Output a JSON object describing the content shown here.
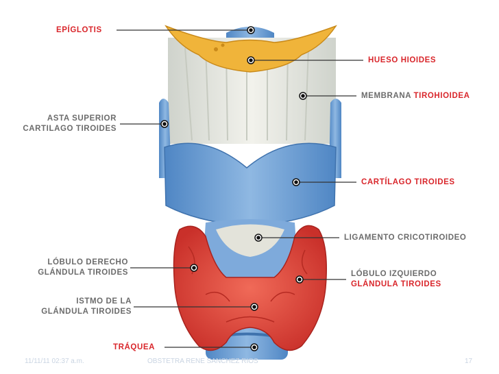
{
  "slide": {
    "footer_date": "11/11/11 02:37 a.m.",
    "footer_author": "OBSTETRA RENE SANCHEZ RIOS",
    "page_number": "17"
  },
  "labels": {
    "epiglotis": "EPÍGLOTIS",
    "hueso_hioides": "HUESO HIOIDES",
    "membrana_prefix": "MEMBRANA ",
    "membrana_suffix": "TIROHIOIDEA",
    "asta_line1": "ASTA SUPERIOR",
    "asta_line2": "CARTILAGO TIROIDES",
    "cartilago_tiroides": "CARTÍLAGO TIROIDES",
    "ligamento": "LIGAMENTO CRICOTIROIDEO",
    "lobulo_der_line1": "LÓBULO DERECHO",
    "lobulo_der_line2": "GLÁNDULA TIROIDES",
    "lobulo_izq_line1": "LÓBULO IZQUIERDO",
    "lobulo_izq_line2": "GLÁNDULA TIROIDES",
    "istmo_line1": "ISTMO DE LA",
    "istmo_line2": "GLÁNDULA TIROIDES",
    "traquea": "TRÁQUEA"
  },
  "colors": {
    "cartilage_blue": "#6fa0d4",
    "hyoid_yellow": "#f0b43a",
    "thyroid_red": "#e0453a",
    "membrane_gray": "#e6e6e0",
    "label_red": "#d9262b",
    "label_gray": "#6b6b6b"
  }
}
